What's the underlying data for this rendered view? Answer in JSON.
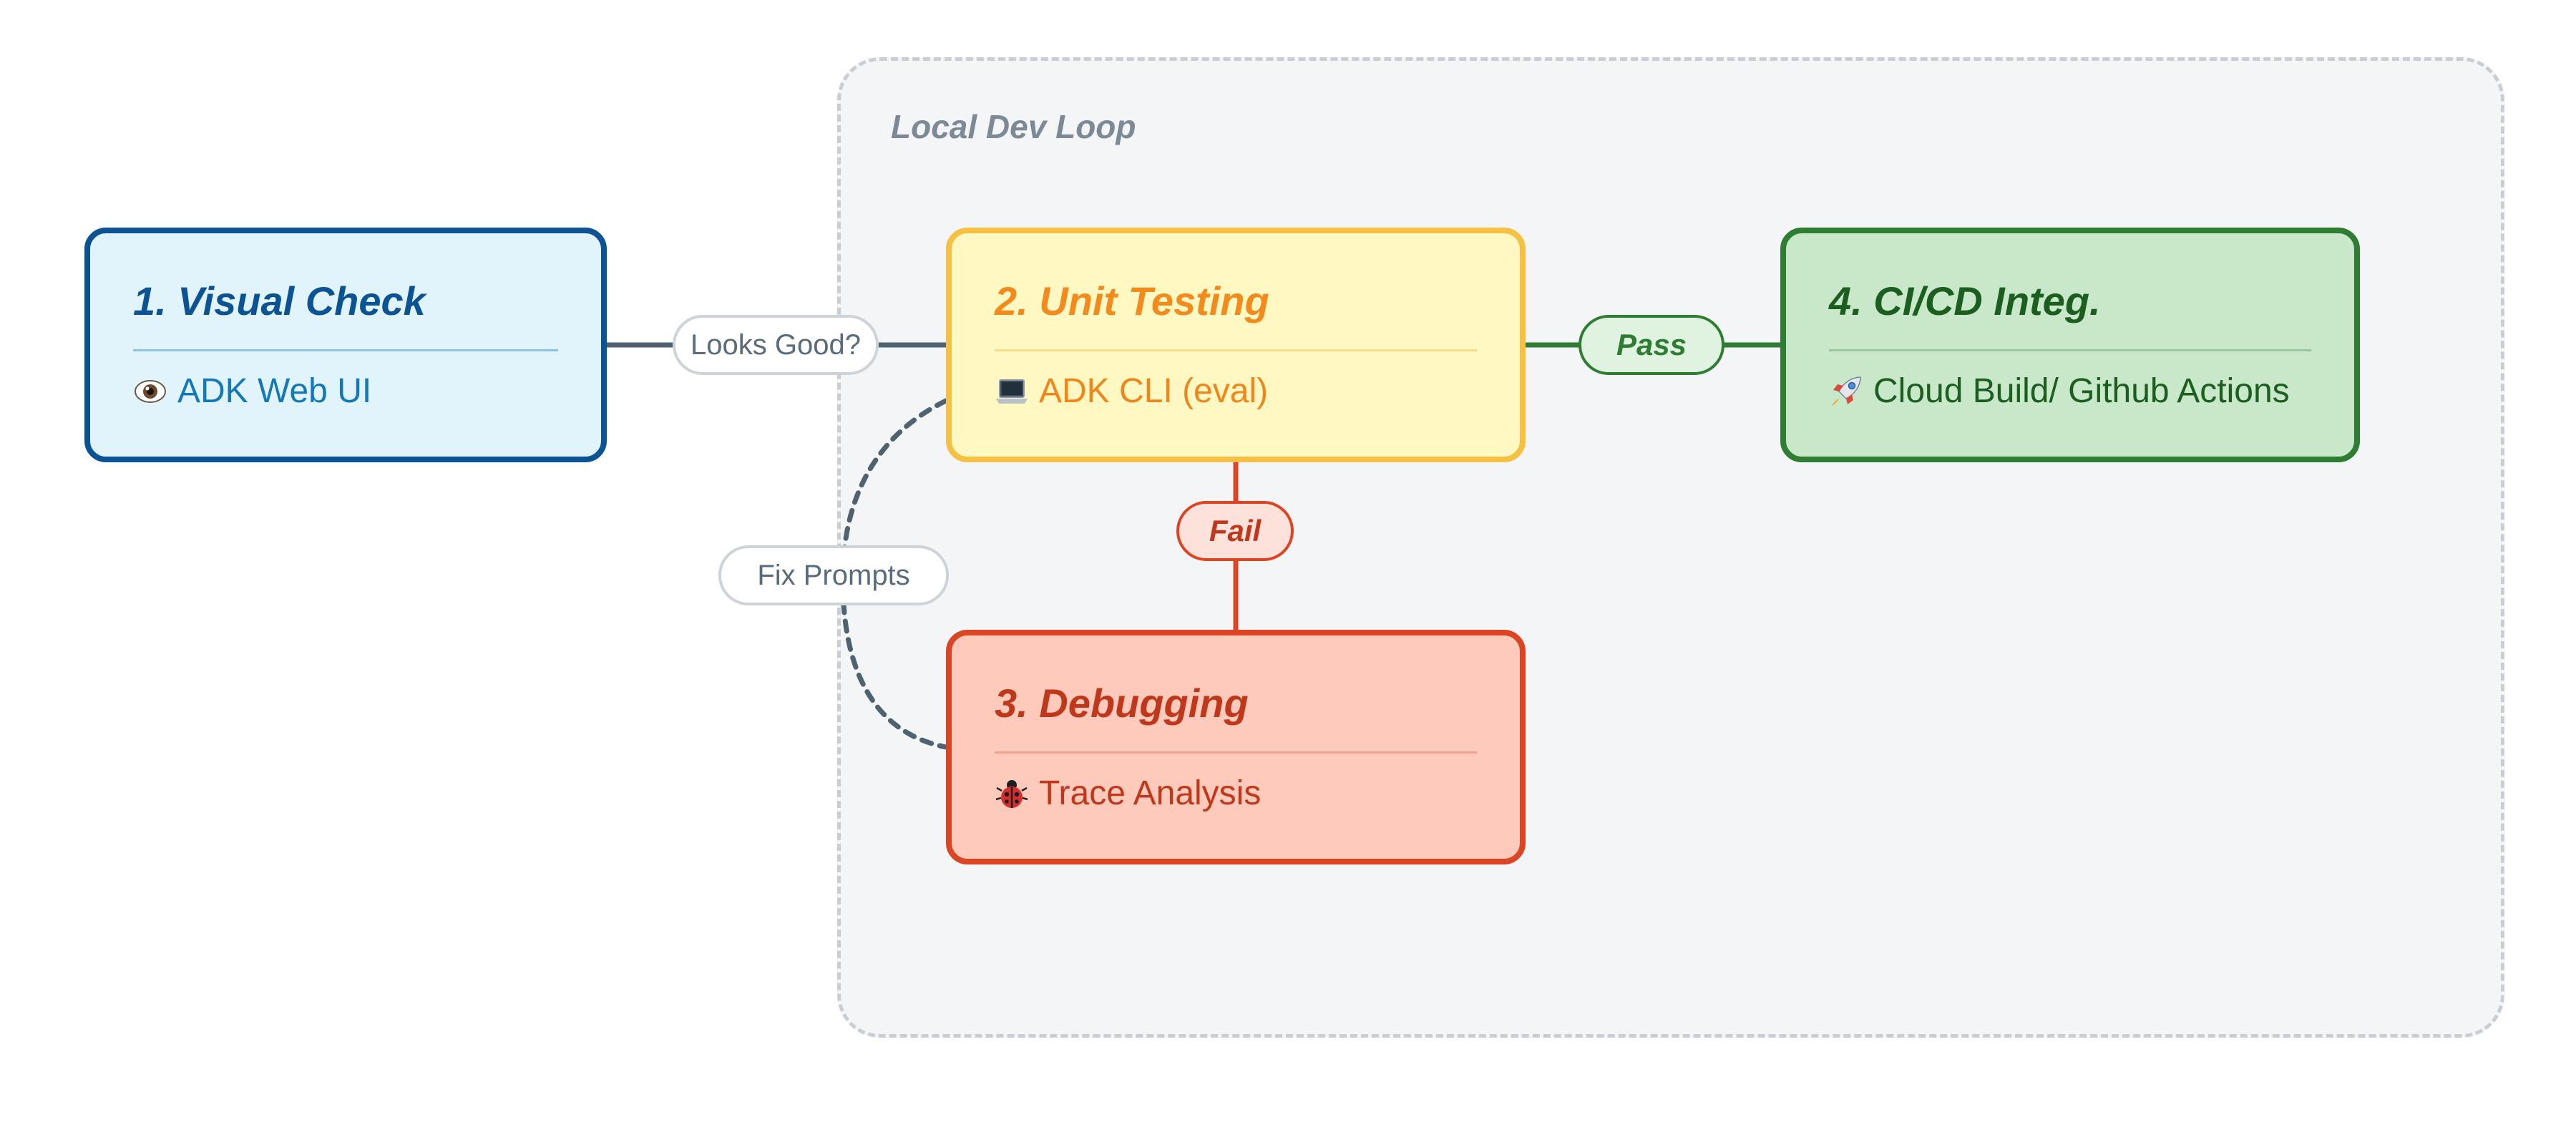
{
  "group": {
    "title": "Local Dev Loop"
  },
  "nodes": {
    "visual_check": {
      "title": "1. Visual Check",
      "subtitle": "ADK Web UI",
      "icon": "eye-icon",
      "color": "#0c5394"
    },
    "unit_testing": {
      "title": "2. Unit Testing",
      "subtitle": "ADK CLI (eval)",
      "icon": "laptop-icon",
      "color": "#f6c142"
    },
    "debugging": {
      "title": "3. Debugging",
      "subtitle": "Trace Analysis",
      "icon": "ladybug-icon",
      "color": "#dc4524"
    },
    "cicd": {
      "title": "4. CI/CD Integ.",
      "subtitle": "Cloud Build/ Github Actions",
      "icon": "rocket-icon",
      "color": "#2e7d32"
    }
  },
  "edges": {
    "looks_good": {
      "label": "Looks Good?",
      "from": "1. Visual Check",
      "to": "2. Unit Testing"
    },
    "pass": {
      "label": "Pass",
      "from": "2. Unit Testing",
      "to": "4. CI/CD Integ."
    },
    "fail": {
      "label": "Fail",
      "from": "2. Unit Testing",
      "to": "3. Debugging"
    },
    "fix_prompts": {
      "label": "Fix Prompts",
      "from": "3. Debugging",
      "to": "2. Unit Testing",
      "style": "dashed"
    }
  }
}
